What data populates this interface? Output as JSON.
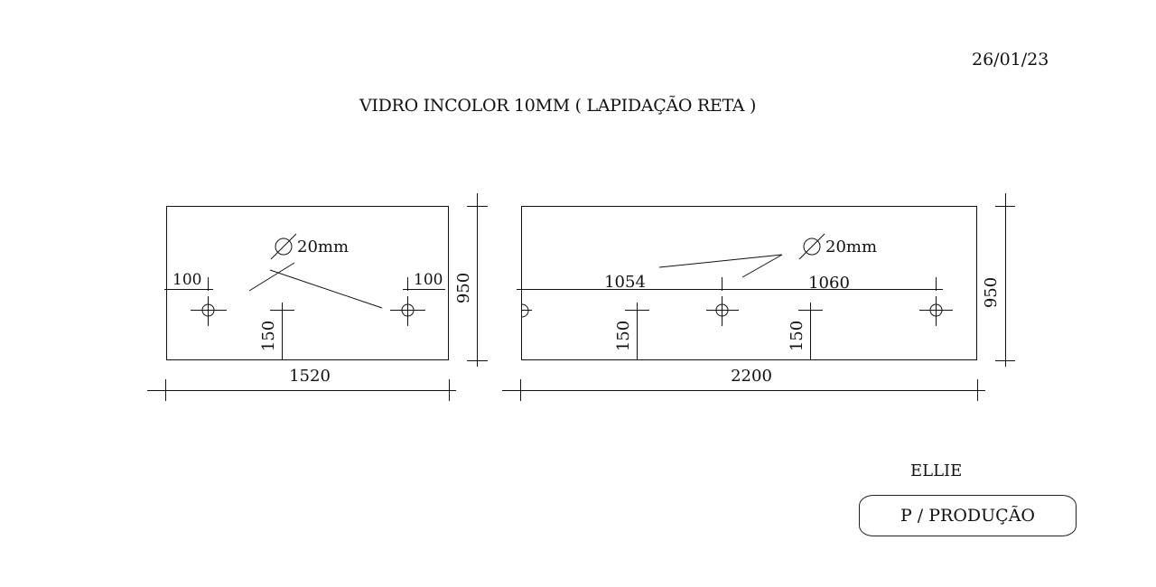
{
  "header": {
    "date": "26/01/23",
    "title": "VIDRO INCOLOR 10MM ( LAPIDAÇÃO RETA )"
  },
  "left_panel": {
    "width_label": "1520",
    "height_label": "950",
    "offset_left": "100",
    "offset_right": "100",
    "hole_height": "150",
    "hole_diameter": "20mm"
  },
  "right_panel": {
    "width_label": "2200",
    "height_label": "950",
    "spacing_left": "1054",
    "spacing_right": "1060",
    "hole_height_1": "150",
    "hole_height_2": "150",
    "hole_diameter": "20mm"
  },
  "footer": {
    "signer": "ELLIE",
    "stamp": "P / PRODUÇÃO"
  }
}
